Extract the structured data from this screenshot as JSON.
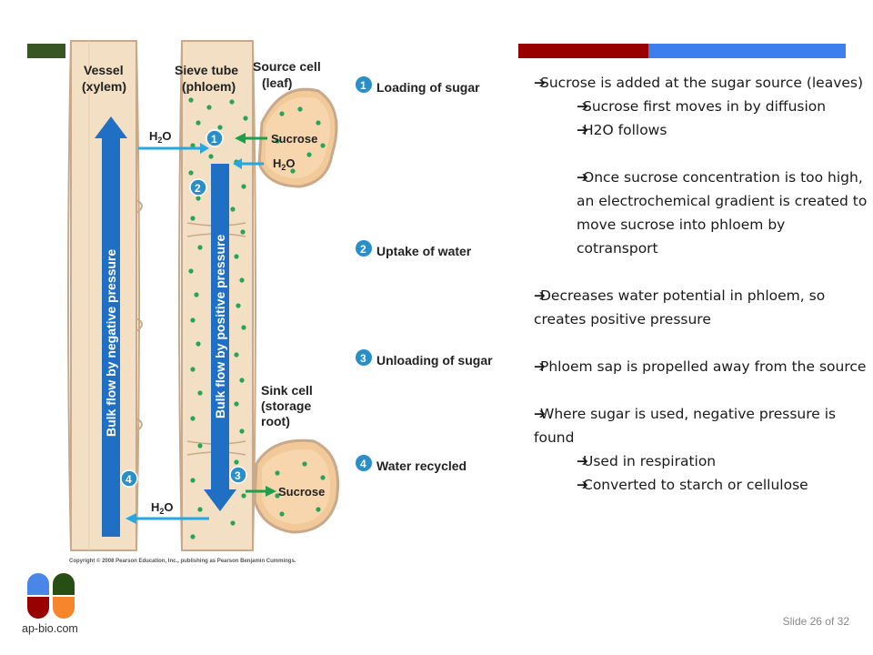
{
  "diagram": {
    "vessel_label_line1": "Vessel",
    "vessel_label_line2": "(xylem)",
    "sieve_label_line1": "Sieve tube",
    "sieve_label_line2": "(phloem)",
    "source_label_line1": "Source cell",
    "source_label_line2": "(leaf)",
    "sink_label_line1": "Sink cell",
    "sink_label_line2": "(storage",
    "sink_label_line3": "root)",
    "h2o": "H",
    "h2o_sub": "2",
    "h2o_end": "O",
    "sucrose": "Sucrose",
    "bulk_negative": "Bulk flow by negative pressure",
    "bulk_positive": "Bulk flow by positive pressure",
    "copyright": "Copyright © 2008 Pearson Education, Inc., publishing as Pearson Benjamin Cummings.",
    "steps": [
      {
        "num": "1",
        "label": "Loading of sugar"
      },
      {
        "num": "2",
        "label": "Uptake of water"
      },
      {
        "num": "3",
        "label": "Unloading of sugar"
      },
      {
        "num": "4",
        "label": "Water recycled"
      }
    ]
  },
  "bullets": [
    {
      "level": 1,
      "text": "Sucrose is added at the sugar source (leaves)"
    },
    {
      "level": 2,
      "text": "Sucrose first moves in by diffusion"
    },
    {
      "level": 2,
      "text": "H2O follows"
    },
    {
      "level": 0,
      "text": ""
    },
    {
      "level": 2,
      "text": "Once sucrose concentration is too high, an electrochemical gradient is created to move sucrose into phloem by cotransport"
    },
    {
      "level": 0,
      "text": ""
    },
    {
      "level": 1,
      "text": "Decreases water potential in phloem, so creates positive pressure"
    },
    {
      "level": 0,
      "text": ""
    },
    {
      "level": 1,
      "text": "Phloem sap is propelled away from the source"
    },
    {
      "level": 0,
      "text": ""
    },
    {
      "level": 1,
      "text": "Where sugar is used, negative pressure is found"
    },
    {
      "level": 2,
      "text": "Used in respiration"
    },
    {
      "level": 2,
      "text": "Converted to starch or cellulose"
    }
  ],
  "logo_text": "ap-bio.com",
  "slide_number": "Slide 26 of 32",
  "colors": {
    "bar_green": "#375623",
    "bar_red": "#990000",
    "bar_blue": "#3d7fef",
    "flow_blue": "#1f6fc4",
    "h2o_arrow": "#27a7e0",
    "sucrose_arrow": "#1f9e4d",
    "tube_fill": "#f2dfc4",
    "step_circle": "#2a8ec8"
  }
}
